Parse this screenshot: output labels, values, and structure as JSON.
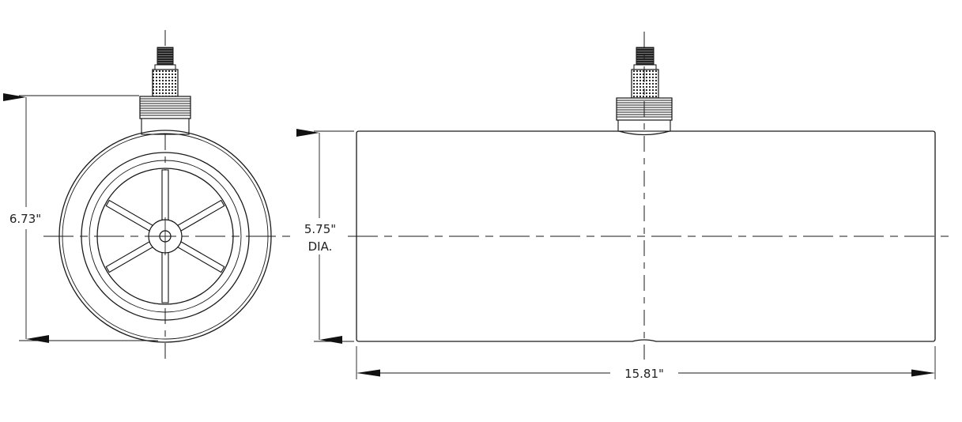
{
  "dimensions": {
    "overall_height": "6.73\"",
    "diameter_value": "5.75\"",
    "diameter_suffix": "DIA.",
    "length": "15.81\""
  }
}
